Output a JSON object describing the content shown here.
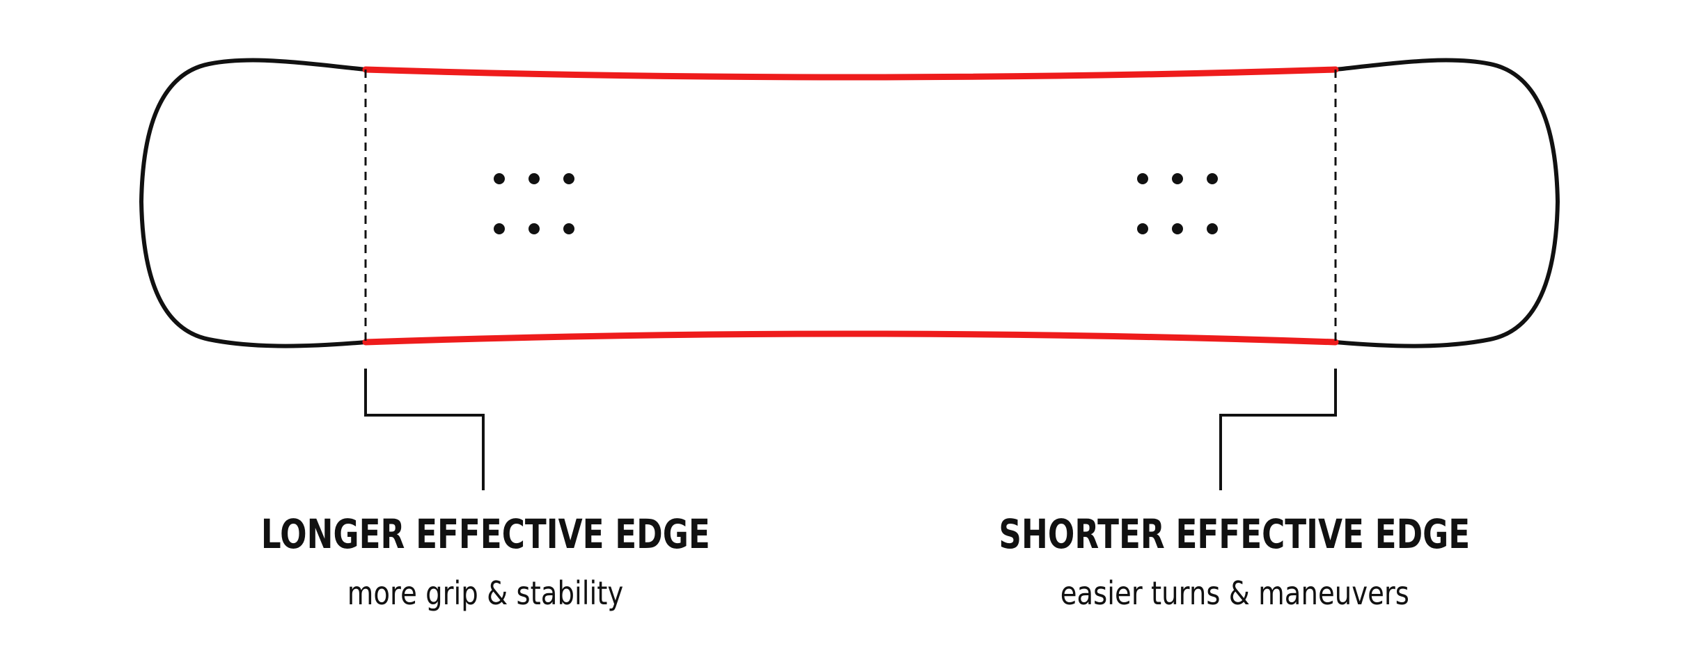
{
  "colors": {
    "outline": "#111111",
    "effective_edge": "#ee1c1c",
    "background": "#ffffff",
    "text": "#111111"
  },
  "diagram": {
    "left_callout": {
      "title": "LONGER EFFECTIVE EDGE",
      "subtitle": "more grip & stability"
    },
    "right_callout": {
      "title": "SHORTER EFFECTIVE EDGE",
      "subtitle": "easier turns & maneuvers"
    },
    "binding_inserts": {
      "rows": 2,
      "columns": 3,
      "groups": 2
    }
  }
}
